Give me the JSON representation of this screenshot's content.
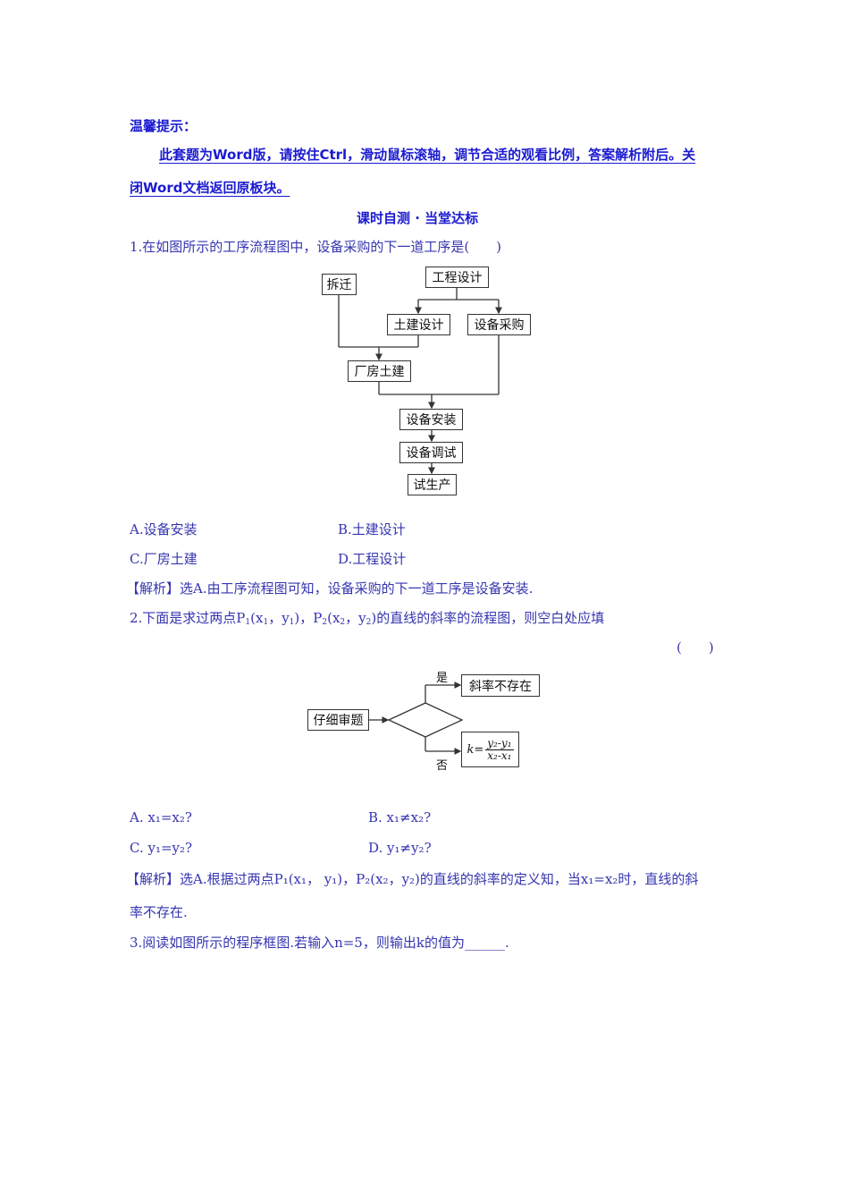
{
  "hint": {
    "title": "温馨提示：",
    "line1": "此套题为Word版，请按住Ctrl，滑动鼠标滚轴，调节合适的观看比例，答案解析附后。关",
    "line2": "闭Word文档返回原板块。"
  },
  "section_title": "课时自测 · 当堂达标",
  "q1": {
    "stem": "1.在如图所示的工序流程图中，设备采购的下一道工序是(　　)",
    "flowchart": {
      "nodes": {
        "chaiqian": "拆迁",
        "gongcheng": "工程设计",
        "tujian_sheji": "土建设计",
        "shebei_caigou": "设备采购",
        "changfang": "厂房土建",
        "anzhuang": "设备安装",
        "tiaoshi": "设备调试",
        "shishengchan": "试生产"
      }
    },
    "options": {
      "A": "A.设备安装",
      "B": "B.土建设计",
      "C": "C.厂房土建",
      "D": "D.工程设计"
    },
    "analysis": "【解析】选A.由工序流程图可知，设备采购的下一道工序是设备安装."
  },
  "q2": {
    "stem_pre": "2.下面是求过两点P",
    "stem_p1": "(x",
    "stem_p1_mid": "，y",
    "stem_p1_end": ")，P",
    "stem_p2": "(x",
    "stem_p2_mid": "，y",
    "stem_p2_end": ")的直线的斜率的流程图，则空白处应填",
    "sub1": "1",
    "sub2": "2",
    "bracket": "(　　)",
    "flowchart": {
      "start": "仔细审题",
      "yes_label": "是",
      "no_label": "否",
      "yes_box": "斜率不存在",
      "k_label": "k=",
      "k_num": "y₂-y₁",
      "k_den": "x₂-x₁"
    },
    "options": {
      "A": "A. x₁=x₂?",
      "B": "B. x₁≠x₂?",
      "C": "C. y₁=y₂?",
      "D": "D. y₁≠y₂?"
    },
    "analysis_line1": "【解析】选A.根据过两点P₁(x₁， y₁)，P₂(x₂，y₂)的直线的斜率的定义知，当x₁=x₂时，直线的斜",
    "analysis_line2": "率不存在."
  },
  "q3": {
    "stem": "3.阅读如图所示的程序框图.若输入n=5，则输出k的值为______."
  }
}
